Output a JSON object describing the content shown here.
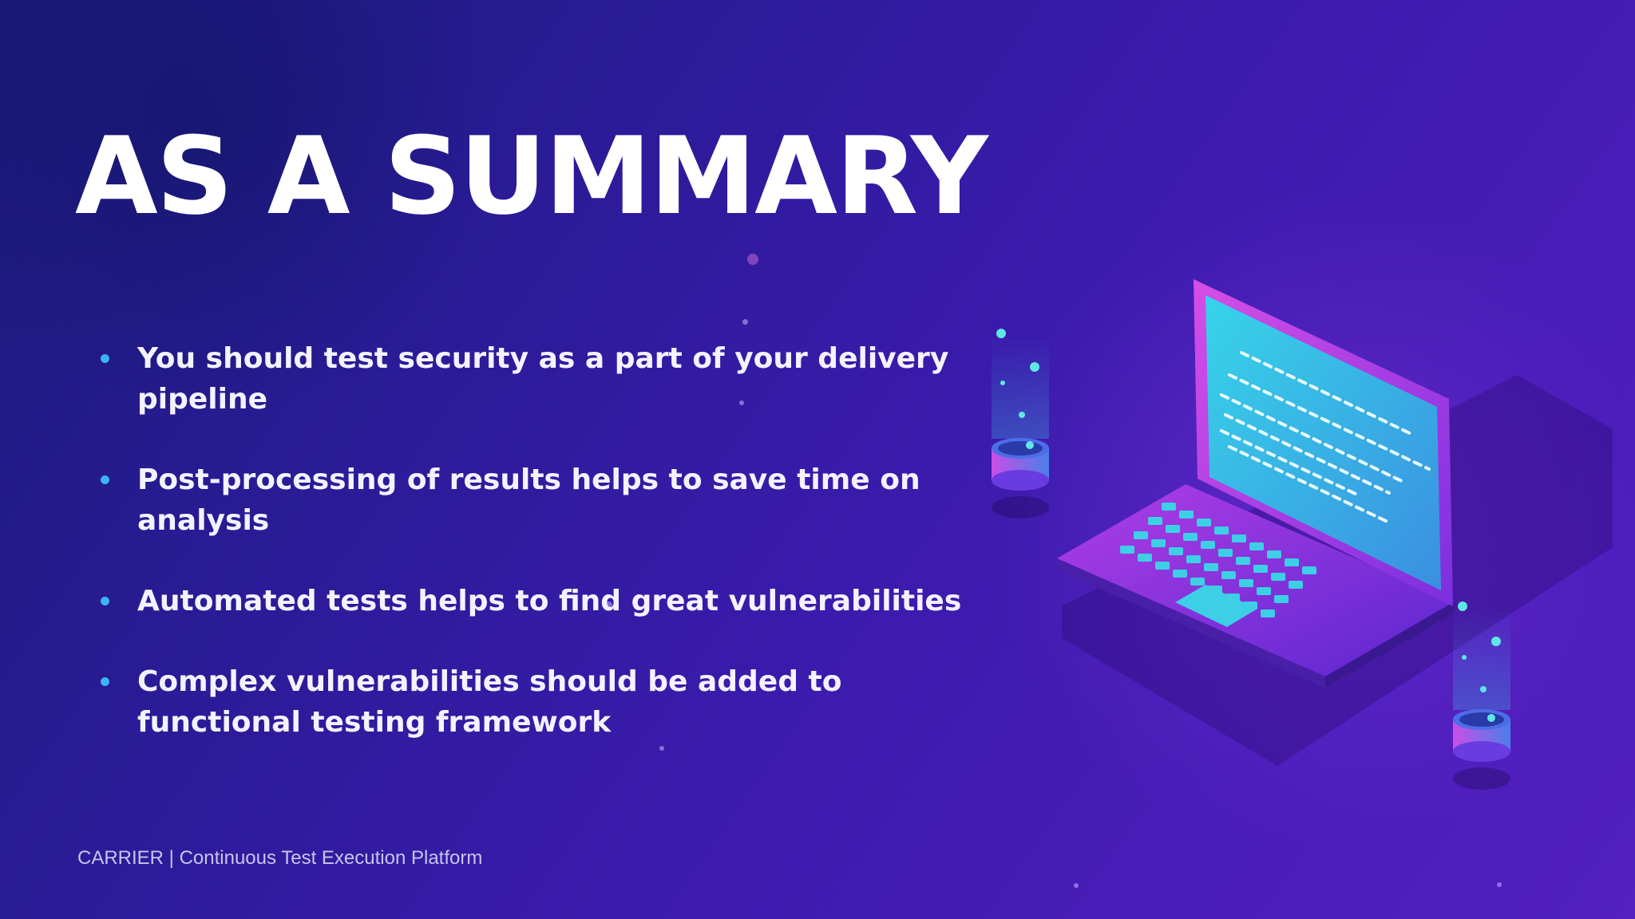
{
  "slide": {
    "title": "AS A SUMMARY",
    "bullets": [
      "You should test security as a part of your delivery pipeline",
      "Post-processing of results helps to save time on analysis",
      "Automated tests helps to find great vulnerabilities",
      "Complex vulnerabilities should be added to functional testing framework"
    ],
    "footer": "CARRIER | Continuous Test Execution Platform"
  },
  "colors": {
    "background_start": "#1a1a78",
    "background_end": "#5420c0",
    "title_text": "#ffffff",
    "bullet_dot": "#3ab4f2",
    "screen": "#36c6e8",
    "laptop_body": "#7a2de0"
  },
  "icons": {
    "illustration": "isometric-laptop-illustration",
    "bullet": "bullet-dot-icon"
  }
}
